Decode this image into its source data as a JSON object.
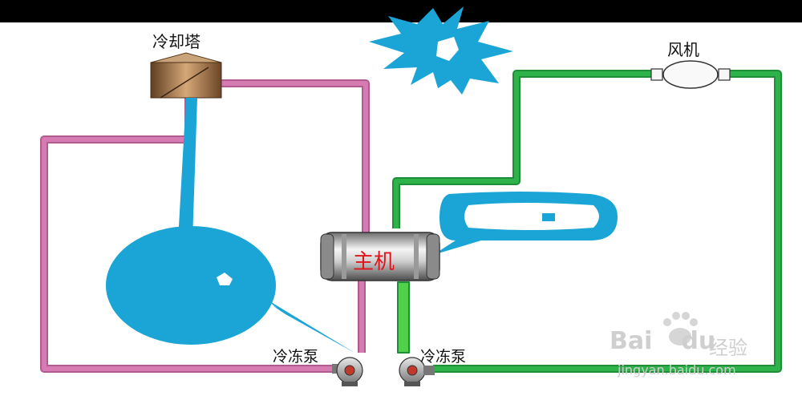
{
  "labels": {
    "cooling_tower": "冷却塔",
    "fan": "风机",
    "main_unit": "主机",
    "pump_left": "冷冻泵",
    "pump_right": "冷冻泵"
  },
  "watermark": {
    "brand": "Bai",
    "brand2": "du",
    "brand_cn": "经验",
    "url": "jingyan.baidu.com"
  },
  "colors": {
    "pipe_pink": "#d77bb3",
    "pipe_green": "#2eb34a",
    "callout_blue": "#1aa5d6"
  }
}
